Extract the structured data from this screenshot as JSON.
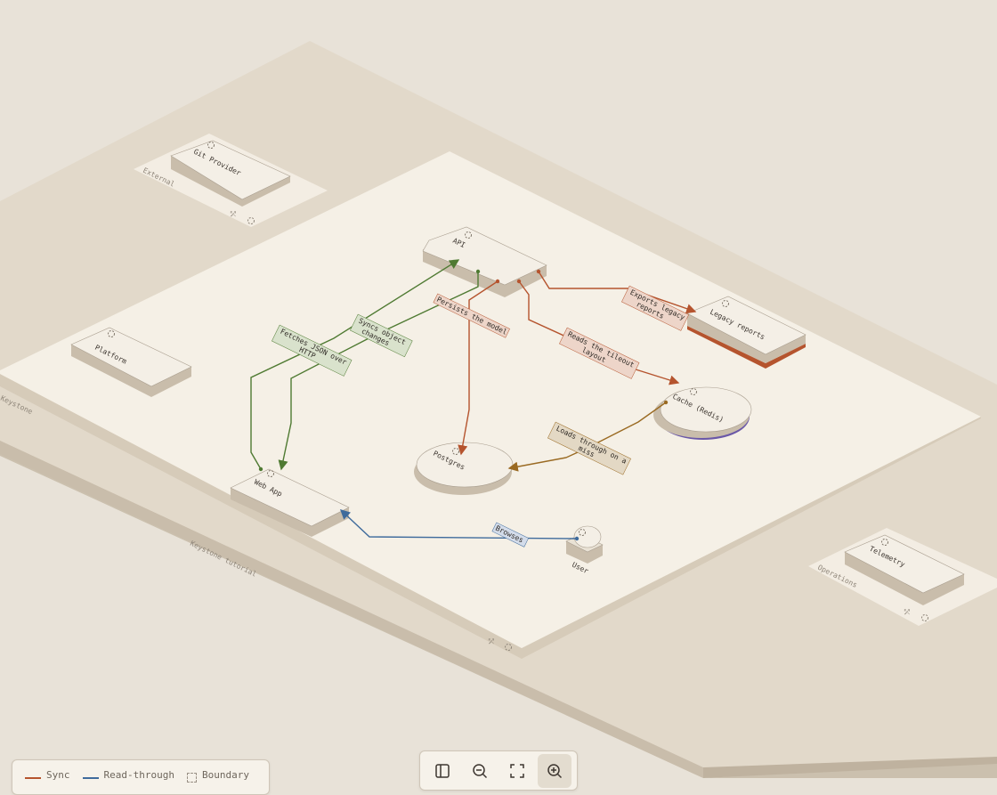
{
  "diagram": {
    "outer_boundary_label": "Keystone",
    "inner_boundary_label": "Keystone tutorial",
    "groups": {
      "external": "External",
      "operations": "Operations"
    },
    "nodes": {
      "git_provider": "Git Provider",
      "platform": "Platform",
      "api": "API",
      "legacy_reports": "Legacy reports",
      "cache": "Cache (Redis)",
      "postgres": "Postgres",
      "web_app": "Web App",
      "user": "User",
      "telemetry": "Telemetry"
    },
    "edges": {
      "exports_legacy": "Exports legacy",
      "exports_legacy_2": "reports",
      "persists_model": "Persists the model",
      "reads_tileout": "Reads the tileout",
      "reads_tileout_2": "layout",
      "loads_through": "Loads through on a",
      "loads_through_2": "miss",
      "fetches_json": "Fetches JSON over",
      "fetches_json_2": "HTTP",
      "syncs_object": "Syncs object",
      "syncs_object_2": "changes",
      "browses": "Browses"
    },
    "colors": {
      "sync": "#b5542e",
      "read_through": "#3f6b9c",
      "http": "#4f7a32",
      "cache_loads": "#9a6a22",
      "cache_accent": "#6a58a8"
    }
  },
  "legend": {
    "sync": "Sync",
    "read_through": "Read-through",
    "boundary": "Boundary"
  },
  "toolbar": {
    "sidebar_icon": "sidebar-icon",
    "zoom_out_icon": "zoom-out-icon",
    "fit_icon": "fit-view-icon",
    "zoom_in_icon": "zoom-in-icon"
  }
}
